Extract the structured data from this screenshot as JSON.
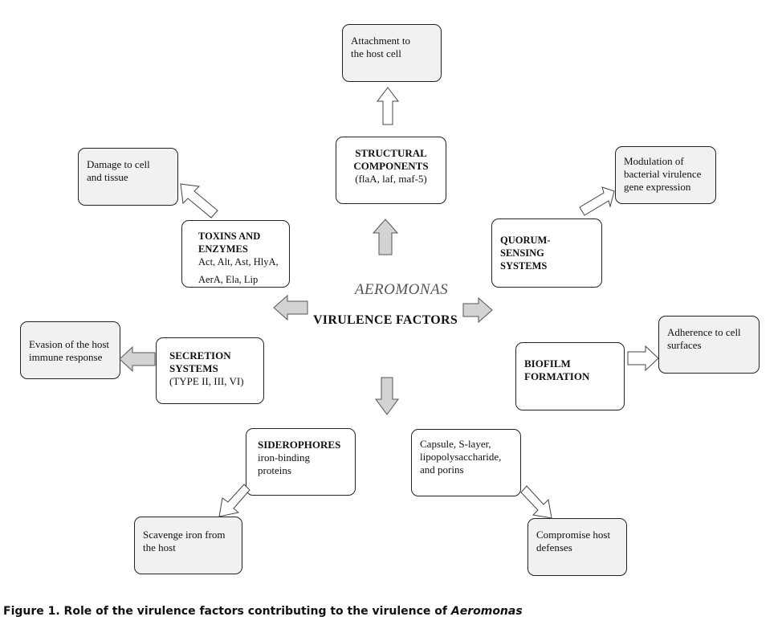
{
  "center": {
    "title": "AEROMONAS",
    "subtitle": "VIRULENCE FACTORS"
  },
  "structural": {
    "title_line1": "STRUCTURAL",
    "title_line2": "COMPONENTS",
    "detail": "(flaA, laf, maf-5)"
  },
  "attachment": {
    "line1": "Attachment to",
    "line2": "the host cell"
  },
  "toxins": {
    "title_line1": "TOXINS  AND",
    "title_line2": "ENZYMES",
    "detail_line1": "Act, Alt, Ast, HlyA,",
    "detail_line2": "AerA, Ela, Lip"
  },
  "damage": {
    "line1": "Damage to cell",
    "line2": "and tissue"
  },
  "quorum": {
    "title_line1": "QUORUM-SENSING",
    "title_line2": "SYSTEMS"
  },
  "modulation": {
    "line1": "Modulation of",
    "line2": "bacterial virulence",
    "line3": "gene expression"
  },
  "secretion": {
    "title_line1": "SECRETION",
    "title_line2": "SYSTEMS",
    "detail": "(TYPE II, III, VI)"
  },
  "evasion": {
    "line1": "Evasion of the host",
    "line2": "immune response"
  },
  "biofilm": {
    "title_line1": "BIOFILM",
    "title_line2": "FORMATION"
  },
  "adherence": {
    "line1": "Adherence to cell",
    "line2": "surfaces"
  },
  "siderophores": {
    "title": "SIDEROPHORES",
    "detail_line1": "iron-binding",
    "detail_line2": "proteins"
  },
  "scavenge": {
    "line1": "Scavenge iron from",
    "line2": "the host"
  },
  "capsule": {
    "line1": "Capsule, S-layer,",
    "line2": "lipopolysaccharide,",
    "line3": "and porins"
  },
  "compromise": {
    "line1": "Compromise host",
    "line2": "defenses"
  },
  "caption": {
    "prefix": "Figure 1. Role of the virulence factors contributing to the virulence of ",
    "organism": "Aeromonas"
  },
  "colors": {
    "gray_arrow_fill": "#d3d3d3",
    "white_arrow_fill": "#ffffff",
    "effect_box_fill": "#f1f1f1",
    "outline": "#222222"
  }
}
